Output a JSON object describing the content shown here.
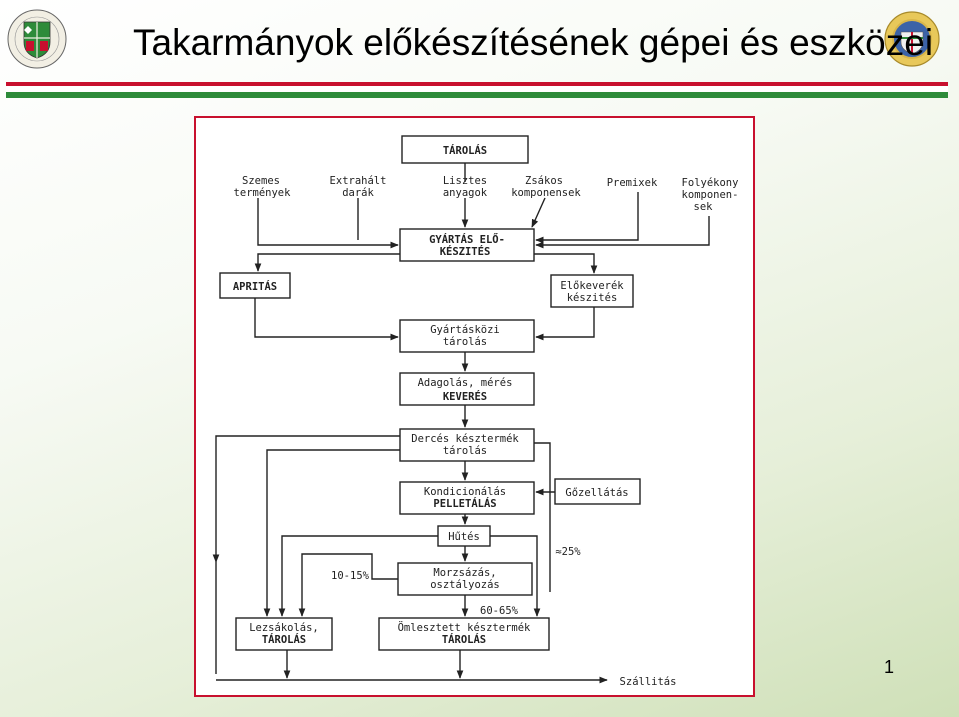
{
  "slide": {
    "title": "Takarmányok előkészítésének gépei és eszközei",
    "page_number": "1"
  },
  "colors": {
    "stripe_red": "#c8102e",
    "stripe_white": "#ffffff",
    "stripe_green": "#2e8b3a",
    "frame": "#c8102e",
    "line": "#222222"
  },
  "diagram": {
    "nodes": {
      "tarolas": "TÁROLÁS",
      "szemes_1": "Szemes",
      "szemes_2": "termények",
      "extrahalt_1": "Extrahált",
      "extrahalt_2": "darák",
      "lisztes_1": "Lisztes",
      "lisztes_2": "anyagok",
      "zsakos_1": "Zsákos",
      "zsakos_2": "komponensek",
      "premixek": "Premixek",
      "folyekony_1": "Folyékony",
      "folyekony_2": "komponen-",
      "folyekony_3": "sek",
      "gyartas_1": "GYÁRTÁS ELŐ-",
      "gyartas_2": "KÉSZITÉS",
      "apritas": "APRITÁS",
      "elokeverek_1": "Előkeverék",
      "elokeverek_2": "készités",
      "gyartaskozi_1": "Gyártásközi",
      "gyartaskozi_2": "tárolás",
      "adagolas_1": "Adagolás, mérés",
      "adagolas_2": "KEVERÉS",
      "derces_1": "Dercés késztermék",
      "derces_2": "tárolás",
      "kondicionalas_1": "Kondicionálás",
      "kondicionalas_2": "PELLETÁLÁS",
      "gozellatas": "Gőzellátás",
      "hutes": "Hűtés",
      "morzsazas_1": "Morzsázás,",
      "morzsazas_2": "osztályozás",
      "lezsakolas_1": "Lezsákolás,",
      "lezsakolas_2": "TÁROLÁS",
      "omlesztett_1": "Ömlesztett késztermék",
      "omlesztett_2": "TÁROLÁS",
      "szallitas": "Szállitás"
    },
    "annotations": {
      "pct_10_15": "10-15%",
      "pct_25": "≈25%",
      "pct_60_65": "60-65%"
    }
  }
}
